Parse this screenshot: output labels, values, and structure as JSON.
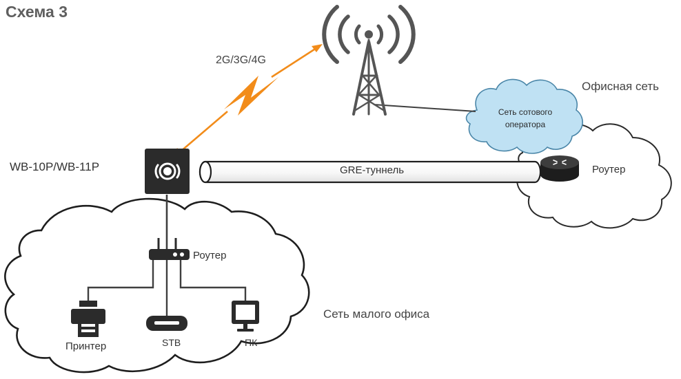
{
  "title": "Схема 3",
  "labels": {
    "band": "2G/3G/4G",
    "office_network": "Офисная сеть",
    "cellular_network": "Сеть сотового оператора",
    "device": "WB-10P/WB-11P",
    "tunnel": "GRE-туннель",
    "router_office": "Роутер",
    "router_local": "Роутер",
    "printer": "Принтер",
    "stb": "STB",
    "pc": "ПК",
    "small_office": "Сеть малого офиса"
  },
  "colors": {
    "link": "#f28c1a",
    "device": "#2b2b2b",
    "cellular_cloud_fill": "#bfe1f3",
    "cellular_cloud_stroke": "#4a86a8",
    "cloud_stroke": "#222222",
    "line": "#3f3f3f"
  },
  "icons": [
    "cell-tower-icon",
    "lightning-icon",
    "wireless-device-icon",
    "router-icon",
    "printer-icon",
    "stb-icon",
    "monitor-icon"
  ]
}
